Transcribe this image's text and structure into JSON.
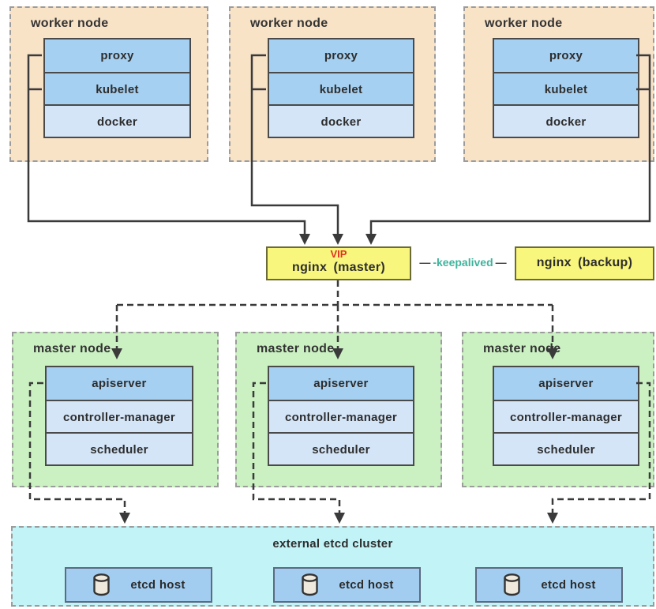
{
  "colors": {
    "worker_bg": "#f9e3c7",
    "master_bg": "#cbf1c2",
    "etcd_bg": "#c2f3f6",
    "component_blue": "#a6d0f1",
    "component_light_blue": "#d4e5f8",
    "nginx_yellow": "#f8f67c",
    "etcd_host_blue": "#a2cdf0",
    "vip_red": "#e03222",
    "keepalived_teal": "#3fb39c",
    "line_dark": "#3a3a3a"
  },
  "workers": [
    {
      "title": "worker node",
      "components": [
        "proxy",
        "kubelet",
        "docker"
      ]
    },
    {
      "title": "worker node",
      "components": [
        "proxy",
        "kubelet",
        "docker"
      ]
    },
    {
      "title": "worker node",
      "components": [
        "proxy",
        "kubelet",
        "docker"
      ]
    }
  ],
  "load_balancer": {
    "vip_label": "VIP",
    "master_label": "nginx (master)",
    "backup_label": "nginx (backup)",
    "dash_left": "—",
    "keepalived_label": "-keepalived",
    "dash_right": "—"
  },
  "masters": [
    {
      "title": "master node",
      "components": [
        "apiserver",
        "controller-manager",
        "scheduler"
      ]
    },
    {
      "title": "master node",
      "components": [
        "apiserver",
        "controller-manager",
        "scheduler"
      ]
    },
    {
      "title": "master node",
      "components": [
        "apiserver",
        "controller-manager",
        "scheduler"
      ]
    }
  ],
  "etcd": {
    "title": "external etcd cluster",
    "hosts": [
      {
        "label": "etcd host"
      },
      {
        "label": "etcd host"
      },
      {
        "label": "etcd host"
      }
    ]
  }
}
